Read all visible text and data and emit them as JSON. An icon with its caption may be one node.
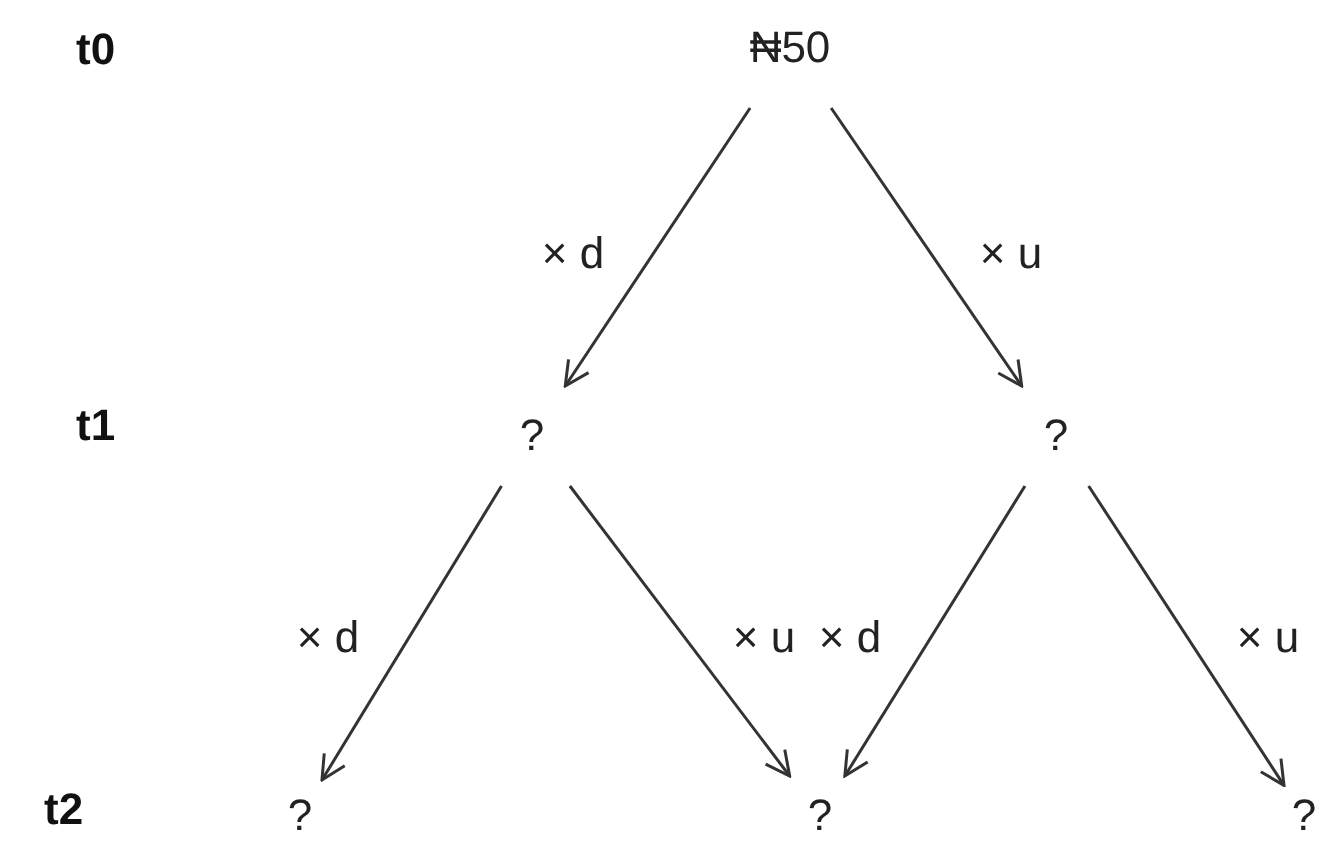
{
  "diagram": {
    "nodes": [
      {
        "text": [
          "₦50"
        ]
      },
      {
        "text": [
          "?"
        ]
      },
      {
        "text": [
          "?"
        ]
      },
      {
        "text": [
          "?"
        ]
      },
      {
        "text": [
          "?"
        ]
      },
      {
        "text": [
          "?"
        ]
      }
    ],
    "edges": [
      {
        "from": 0,
        "to": 1,
        "arrow": "to",
        "label": "× d"
      },
      {
        "from": 0,
        "to": 2,
        "arrow": "to",
        "label": "× u"
      },
      {
        "from": 1,
        "to": 3,
        "arrow": "to",
        "label": "× d"
      },
      {
        "from": 1,
        "to": 4,
        "arrow": "to",
        "label": "× u"
      },
      {
        "from": 2,
        "to": 4,
        "arrow": "to",
        "label": "× d"
      },
      {
        "from": 2,
        "to": 5,
        "arrow": "to",
        "label": "× u"
      }
    ],
    "labels": [
      "t0",
      "t1",
      "t2"
    ]
  }
}
